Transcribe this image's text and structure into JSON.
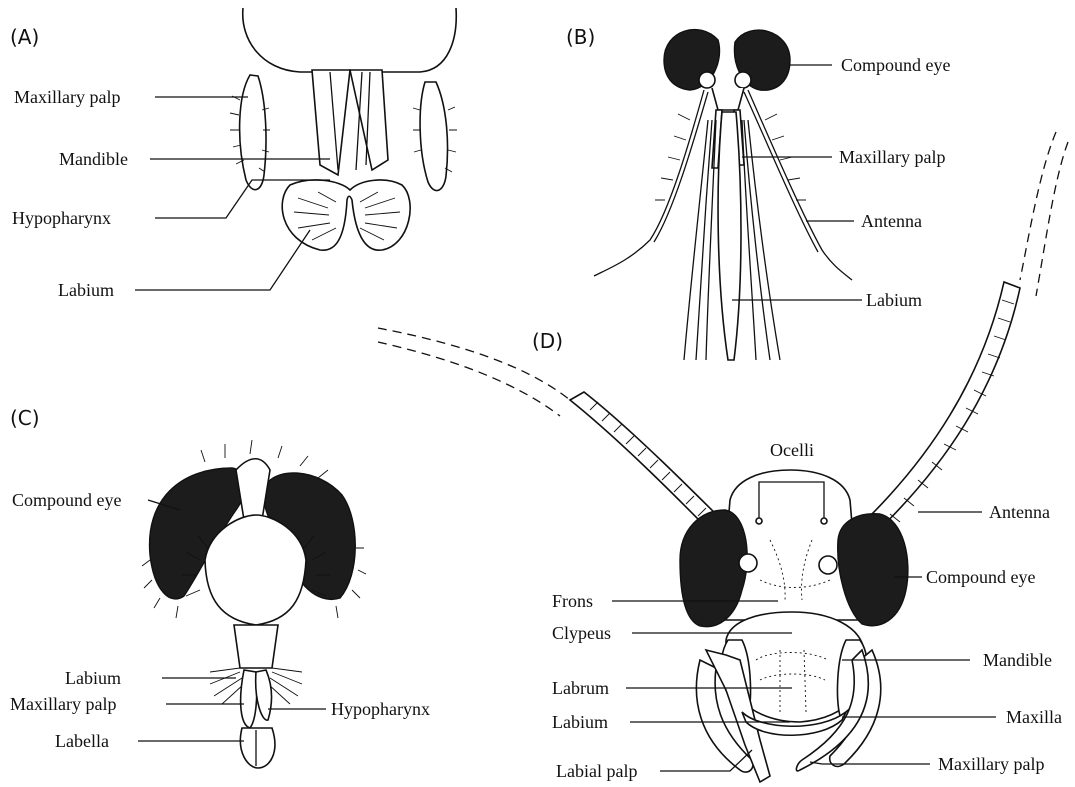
{
  "panels": {
    "a": {
      "letter": "(A)",
      "labels": {
        "maxillary_palp": "Maxillary palp",
        "mandible": "Mandible",
        "hypopharynx": "Hypopharynx",
        "labium": "Labium"
      }
    },
    "b": {
      "letter": "(B)",
      "labels": {
        "compound_eye": "Compound eye",
        "maxillary_palp": "Maxillary palp",
        "antenna": "Antenna",
        "labium": "Labium"
      }
    },
    "c": {
      "letter": "(C)",
      "labels": {
        "compound_eye": "Compound eye",
        "labium": "Labium",
        "maxillary_palp": "Maxillary palp",
        "hypopharynx": "Hypopharynx",
        "labella": "Labella"
      }
    },
    "d": {
      "letter": "(D)",
      "labels": {
        "ocelli": "Ocelli",
        "antenna": "Antenna",
        "compound_eye": "Compound eye",
        "frons": "Frons",
        "clypeus": "Clypeus",
        "mandible": "Mandible",
        "labrum": "Labrum",
        "maxilla": "Maxilla",
        "labium": "Labium",
        "labial_palp": "Labial palp",
        "maxillary_palp": "Maxillary palp"
      }
    }
  }
}
